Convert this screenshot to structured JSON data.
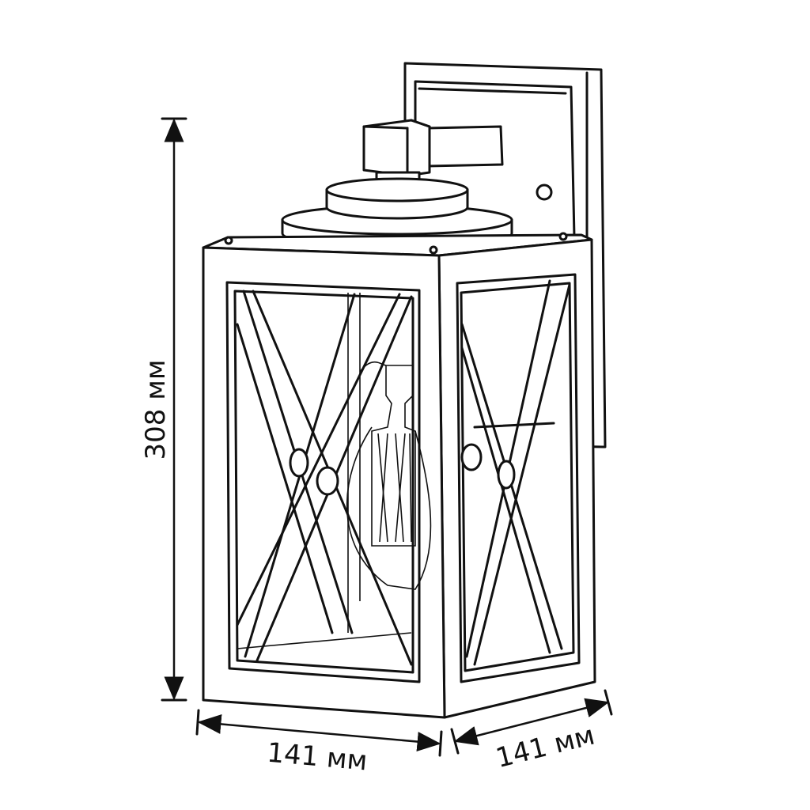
{
  "dimensions": {
    "height": "308 мм",
    "width": "141 мм",
    "depth": "141 мм"
  },
  "colors": {
    "line": "#111111",
    "background": "#ffffff"
  }
}
